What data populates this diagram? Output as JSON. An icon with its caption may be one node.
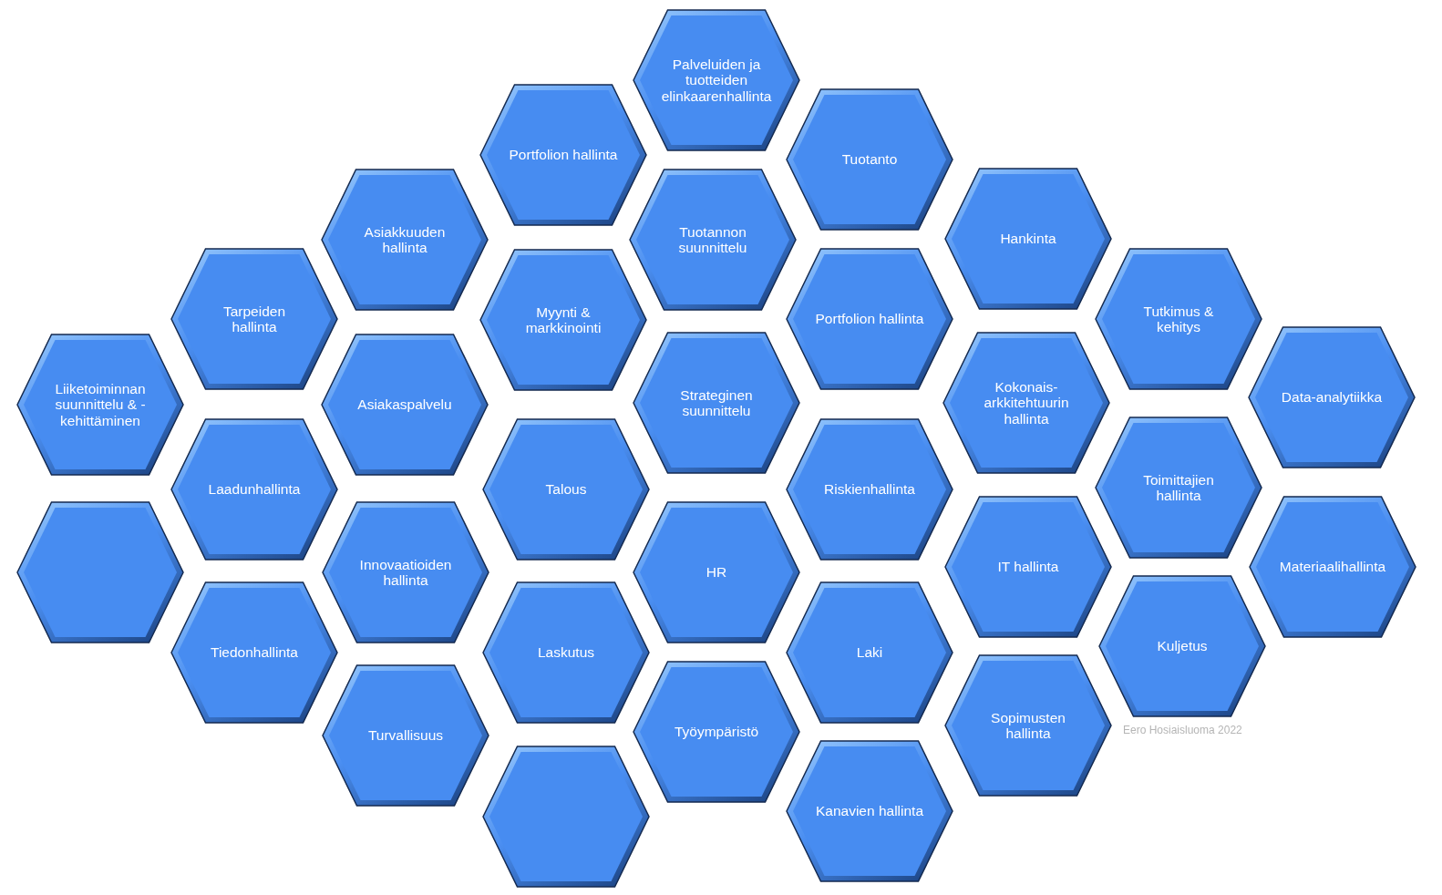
{
  "diagram": {
    "nodes": [
      {
        "text": [
          "Liiketoiminnan suunnittelu & -kehittäminen"
        ]
      },
      {
        "text": [],
        "shape": "hexagon"
      },
      {
        "text": [
          "Tarpeiden hallinta"
        ]
      },
      {
        "text": [
          "Laadunhallinta"
        ]
      },
      {
        "text": [
          "Tiedonhallinta"
        ]
      },
      {
        "text": [
          "Asiakkuuden hallinta"
        ]
      },
      {
        "text": [
          "Asiakaspalvelu"
        ]
      },
      {
        "text": [
          "Innovaatioiden hallinta"
        ]
      },
      {
        "text": [
          "Turvallisuus"
        ]
      },
      {
        "text": [
          "Portfolion hallinta"
        ]
      },
      {
        "text": [
          "Myynti & markkinointi"
        ]
      },
      {
        "text": [
          "Talous"
        ]
      },
      {
        "text": [
          "Laskutus"
        ]
      },
      {
        "text": [],
        "shape": "hexagon"
      },
      {
        "text": [
          "Palveluiden ja tuotteiden elinkaarenhallinta"
        ]
      },
      {
        "text": [
          "Tuotannon suunnittelu"
        ]
      },
      {
        "text": [
          "Strateginen suunnittelu"
        ]
      },
      {
        "text": [
          "HR"
        ]
      },
      {
        "text": [
          "Työympäristö"
        ]
      },
      {
        "text": [
          "Tuotanto"
        ]
      },
      {
        "text": [
          "Portfolion hallinta"
        ]
      },
      {
        "text": [
          "Riskienhallinta"
        ]
      },
      {
        "text": [
          "Laki"
        ]
      },
      {
        "text": [
          "Kanavien hallinta"
        ]
      },
      {
        "text": [
          "Hankinta"
        ]
      },
      {
        "text": [
          "Kokonais-arkkitehtuurin hallinta"
        ]
      },
      {
        "text": [
          "IT hallinta"
        ]
      },
      {
        "text": [
          "Sopimusten hallinta"
        ]
      },
      {
        "text": [
          "Tutkimus & kehitys"
        ]
      },
      {
        "text": [
          "Toimittajien hallinta"
        ]
      },
      {
        "text": [
          "Kuljetus"
        ]
      },
      {
        "text": [
          "Data-analytiikka"
        ]
      },
      {
        "text": [
          "Materiaalihallinta"
        ]
      }
    ],
    "labels": [
      "Eero Hosiaisluoma 2022"
    ]
  }
}
